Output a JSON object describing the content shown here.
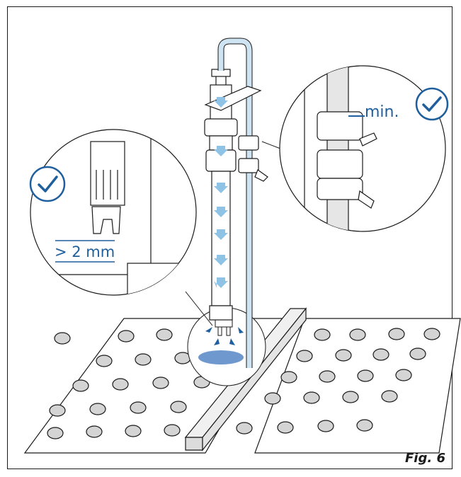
{
  "figure": {
    "caption": "Fig. 6",
    "callouts": {
      "top_right": {
        "text": "min.",
        "icon": "checkmark-circle-icon"
      },
      "left": {
        "text": "> 2 mm",
        "icon": "checkmark-circle-icon"
      }
    },
    "colors": {
      "accent_blue": "#1f5f9e",
      "flow_arrow": "#8fc3e6",
      "water": "#6f98cf",
      "outline": "#1a1a1a",
      "tube": "#cfe4f3"
    }
  }
}
